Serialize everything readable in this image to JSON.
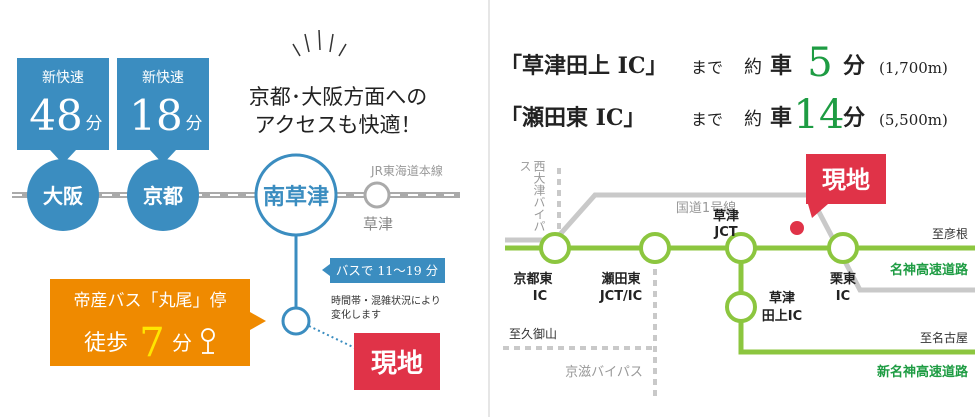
{
  "left": {
    "badge1": {
      "label": "新快速",
      "minutes": "48",
      "unit": "分",
      "station": "大阪"
    },
    "badge2": {
      "label": "新快速",
      "minutes": "18",
      "unit": "分",
      "station": "京都"
    },
    "access_line1": "京都･大阪方面への",
    "access_line2": "アクセスも快適！",
    "main_station": "南草津",
    "line_name": "JR東海道本線",
    "small_station": "草津",
    "bus_note": "バスで 11～19 分",
    "bus_sub1": "時間帯・混雑状況により",
    "bus_sub2": "変化します",
    "walk_line1": "帝産バス「丸尾」停",
    "walk_prefix": "徒歩",
    "walk_minutes": "7",
    "walk_unit": "分",
    "site": "現地"
  },
  "right": {
    "row1": {
      "place": "「草津田上 IC」",
      "made": "まで",
      "yaku": "約",
      "car": "車",
      "minutes": "5",
      "unit": "分",
      "distance": "(1,700m)"
    },
    "row2": {
      "place": "「瀬田東 IC」",
      "made": "まで",
      "yaku": "約",
      "car": "車",
      "minutes": "14",
      "unit": "分",
      "distance": "(5,500m)"
    },
    "route1": "国道1号線",
    "bypass_west": "西大津バイパス",
    "site": "現地",
    "jct_kusatsu_1": "草津",
    "jct_kusatsu_2": "JCT",
    "kyotohigashi_1": "京都東",
    "kyotohigashi_2": "IC",
    "setahigashi_1": "瀬田東",
    "setahigashi_2": "JCT/IC",
    "kusatsutanakami_1": "草津",
    "kusatsutanakami_2": "田上IC",
    "ritto_1": "栗東",
    "ritto_2": "IC",
    "to_hikone": "至彦根",
    "meishin": "名神高速道路",
    "to_kuseyama": "至久御山",
    "to_nagoya": "至名古屋",
    "keiji": "京滋バイパス",
    "shin_meishin": "新名神高速道路"
  },
  "colors": {
    "blue": "#3b8dc0",
    "orange": "#ef8a00",
    "red": "#e03348",
    "green": "#8cc63f",
    "gray": "#bdbdbd",
    "darkgreen": "#1e9c43"
  }
}
